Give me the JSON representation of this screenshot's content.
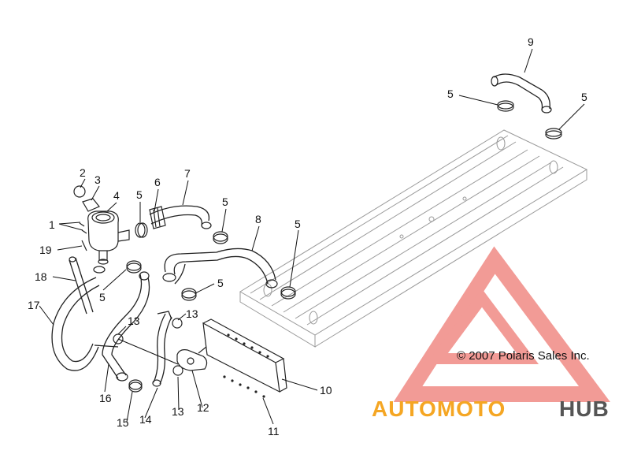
{
  "diagram": {
    "callouts": [
      "1",
      "2",
      "3",
      "4",
      "5",
      "6",
      "7",
      "8",
      "9",
      "10",
      "11",
      "12",
      "13",
      "14",
      "15",
      "16",
      "17",
      "18",
      "19"
    ],
    "copyright": "© 2007 Polaris Sales Inc.",
    "logo": {
      "text_orange": "AUTOMOTO",
      "text_gray": "HUB",
      "colors": {
        "orange": "#f5a623",
        "gray": "#555555",
        "triangle": "#f08a84"
      }
    }
  }
}
